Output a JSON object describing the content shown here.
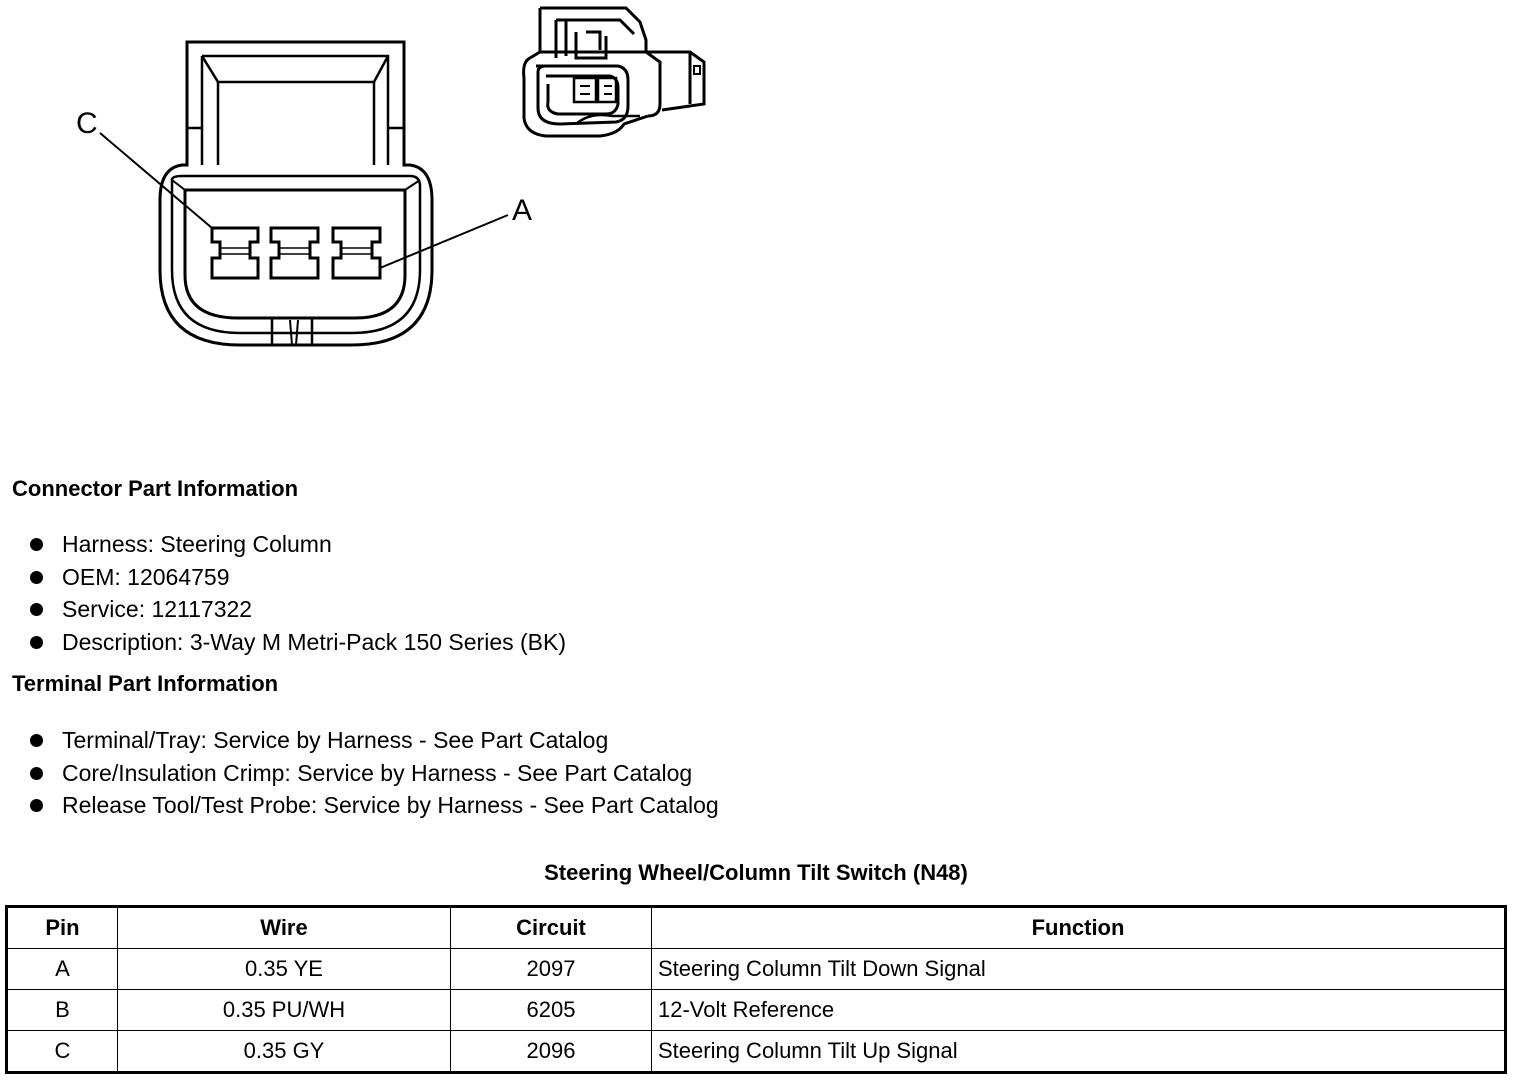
{
  "diagram": {
    "label_c": "C",
    "label_a": "A"
  },
  "connector_info": {
    "title": "Connector Part Information",
    "items": [
      "Harness: Steering Column",
      "OEM: 12064759",
      "Service: 12117322",
      "Description: 3-Way M Metri-Pack 150 Series (BK)"
    ]
  },
  "terminal_info": {
    "title": "Terminal Part Information",
    "items": [
      "Terminal/Tray: Service by Harness - See Part Catalog",
      "Core/Insulation Crimp: Service by Harness - See Part Catalog",
      "Release Tool/Test Probe: Service by Harness - See Part Catalog"
    ]
  },
  "table": {
    "title": "Steering Wheel/Column Tilt Switch (N48)",
    "headers": [
      "Pin",
      "Wire",
      "Circuit",
      "Function"
    ],
    "rows": [
      [
        "A",
        "0.35 YE",
        "2097",
        "Steering Column Tilt Down Signal"
      ],
      [
        "B",
        "0.35 PU/WH",
        "6205",
        "12-Volt Reference"
      ],
      [
        "C",
        "0.35 GY",
        "2096",
        "Steering Column Tilt Up Signal"
      ]
    ]
  }
}
